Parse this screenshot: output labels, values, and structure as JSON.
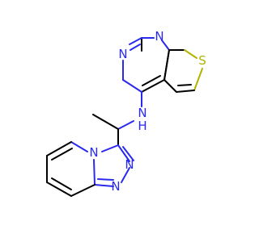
{
  "colors": {
    "carbon_bond": "#000000",
    "nitrogen": "#2a2aee",
    "sulfur": "#b3b300",
    "background": "#ffffff"
  },
  "atoms": {
    "s1": {
      "symbol": "S",
      "color": "#b3b300"
    },
    "n_top": {
      "symbol": "N",
      "color": "#2a2aee"
    },
    "n_left": {
      "symbol": "N",
      "color": "#2a2aee"
    },
    "nh": {
      "symbol": "N",
      "color": "#2a2aee"
    },
    "h": {
      "symbol": "H",
      "color": "#2a2aee"
    },
    "n_bridge": {
      "symbol": "N",
      "color": "#2a2aee"
    },
    "n_tri_a": {
      "symbol": "N",
      "color": "#2a2aee"
    },
    "n_tri_b": {
      "symbol": "N",
      "color": "#2a2aee"
    }
  }
}
